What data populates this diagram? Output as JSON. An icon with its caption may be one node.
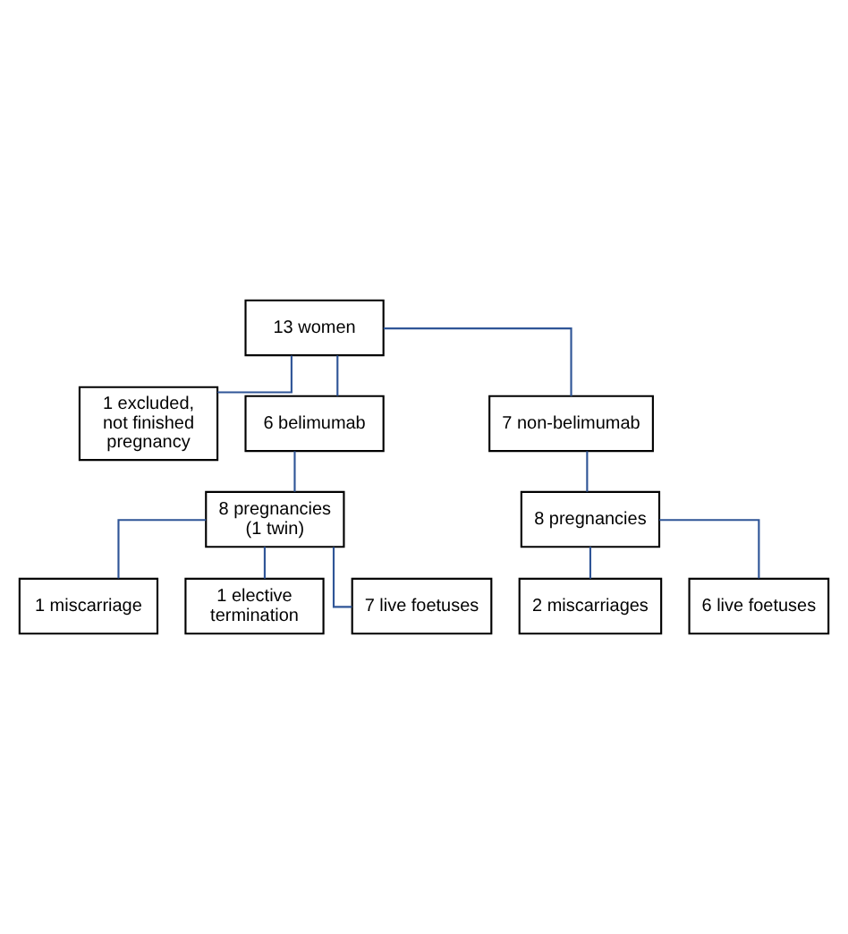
{
  "diagram": {
    "nodes": [
      {
        "text": [
          "13 women"
        ]
      },
      {
        "text": [
          "1 excluded, not finished pregnancy"
        ]
      },
      {
        "text": [
          "6 belimumab"
        ]
      },
      {
        "text": [
          "7 non-belimumab"
        ]
      },
      {
        "text": [
          "8 pregnancies (1 twin)"
        ]
      },
      {
        "text": [
          "8 pregnancies"
        ]
      },
      {
        "text": [
          "1 miscarriage"
        ]
      },
      {
        "text": [
          "1 elective termination"
        ]
      },
      {
        "text": [
          "7 live foetuses"
        ]
      },
      {
        "text": [
          "2 miscarriages"
        ]
      },
      {
        "text": [
          "6 live foetuses"
        ]
      }
    ],
    "edges": [
      {
        "from": 0,
        "to": 1,
        "arrow": "none"
      },
      {
        "from": 0,
        "to": 2,
        "arrow": "none"
      },
      {
        "from": 0,
        "to": 3,
        "arrow": "none"
      },
      {
        "from": 2,
        "to": 4,
        "arrow": "none"
      },
      {
        "from": 3,
        "to": 5,
        "arrow": "none"
      },
      {
        "from": 4,
        "to": 6,
        "arrow": "none"
      },
      {
        "from": 4,
        "to": 7,
        "arrow": "none"
      },
      {
        "from": 4,
        "to": 8,
        "arrow": "none"
      },
      {
        "from": 5,
        "to": 9,
        "arrow": "none"
      },
      {
        "from": 5,
        "to": 10,
        "arrow": "none"
      }
    ]
  }
}
